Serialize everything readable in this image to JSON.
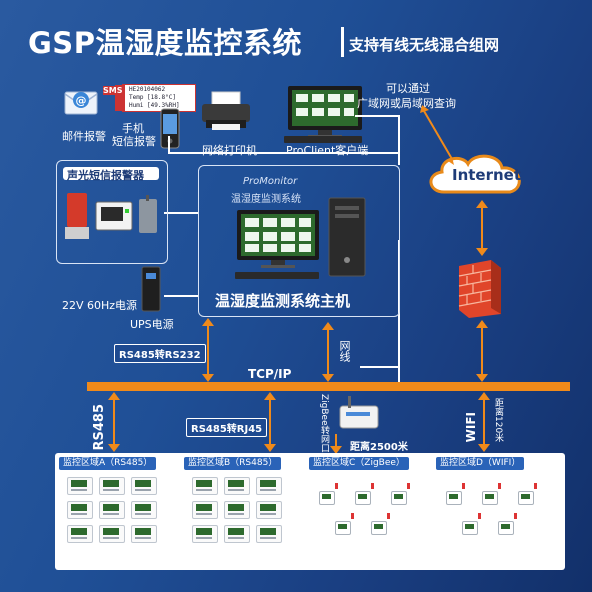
{
  "header": {
    "title": "GSP温湿度监控系统",
    "subtitle": "支持有线无线混合组网"
  },
  "top": {
    "email_label": "邮件报警",
    "phone_label_1": "手机",
    "phone_label_2": "短信报警",
    "sms_tag": "SMS",
    "sms_lines": [
      "HE20104062",
      "Temp [18.8°C]",
      "Humi [49.3%RH]"
    ],
    "printer_label": "网络打印机",
    "client_label": "ProClient客户端",
    "remote_note_1": "可以通过",
    "remote_note_2": "广域网或局域网查询",
    "internet_label": "Internet"
  },
  "alarm": {
    "title": "声光短信报警器"
  },
  "host": {
    "software_name": "ProMonitor",
    "software_sub": "温湿度监测系统",
    "host_label": "温湿度监测系统主机"
  },
  "power": {
    "power_label": "22V 60Hz电源",
    "ups_label": "UPS电源"
  },
  "links": {
    "rs485_rs232": "RS485转RS232",
    "tcpip": "TCP/IP",
    "network_cable": "网线",
    "rs485": "RS485",
    "rs485_rj45": "RS485转RJ45",
    "zigbee_gateway": "ZigBee转网口",
    "zigbee_distance": "距离2500米",
    "wifi": "WIFI",
    "wifi_distance": "距离120米"
  },
  "zones": [
    {
      "label": "监控区域A（RS485）"
    },
    {
      "label": "监控区域B（RS485）"
    },
    {
      "label": "监控区域C（ZigBee）"
    },
    {
      "label": "监控区域D（WIFI）"
    }
  ],
  "colors": {
    "background": "#1f4f96",
    "bus": "#f08a1a",
    "firewall": "#e0452a",
    "panel_border": "#d9e4f5"
  }
}
